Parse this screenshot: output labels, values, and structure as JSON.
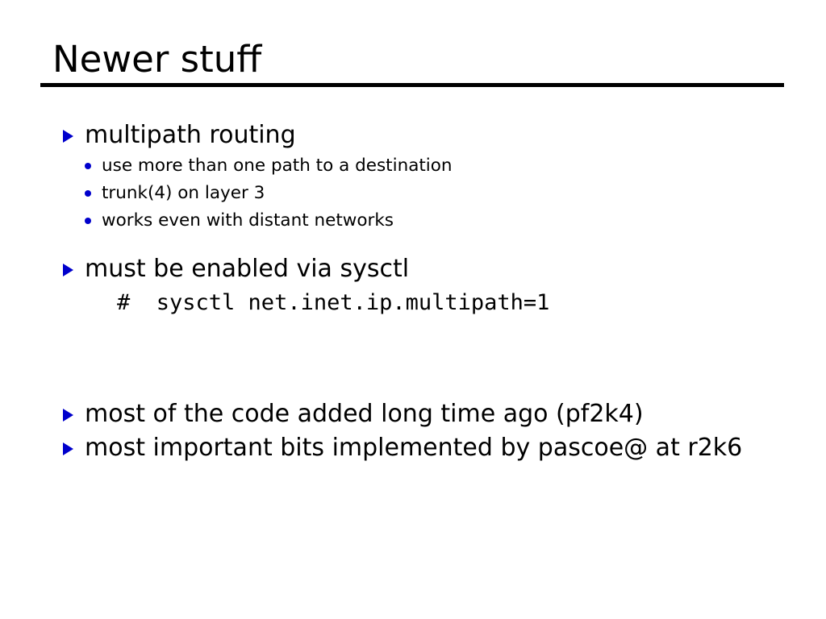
{
  "slide": {
    "title": "Newer stuff",
    "background_color": "#ffffff",
    "text_color": "#000000",
    "accent_color": "#0000cc",
    "rule_color": "#000000"
  },
  "content": {
    "blocks": [
      {
        "bullet": "multipath routing",
        "sub_bullets": [
          "use more than one path to a destination",
          "trunk(4) on layer 3",
          "works even with distant networks"
        ]
      },
      {
        "bullet": "must be enabled via sysctl",
        "code": "#  sysctl net.inet.ip.multipath=1"
      },
      {
        "bullet": "most of the code added long time ago (pf2k4)"
      },
      {
        "bullet": "most important bits implemented by pascoe@ at r2k6"
      }
    ]
  },
  "markers": {
    "level1": "triangle-right-icon",
    "level2": "dot-icon"
  }
}
